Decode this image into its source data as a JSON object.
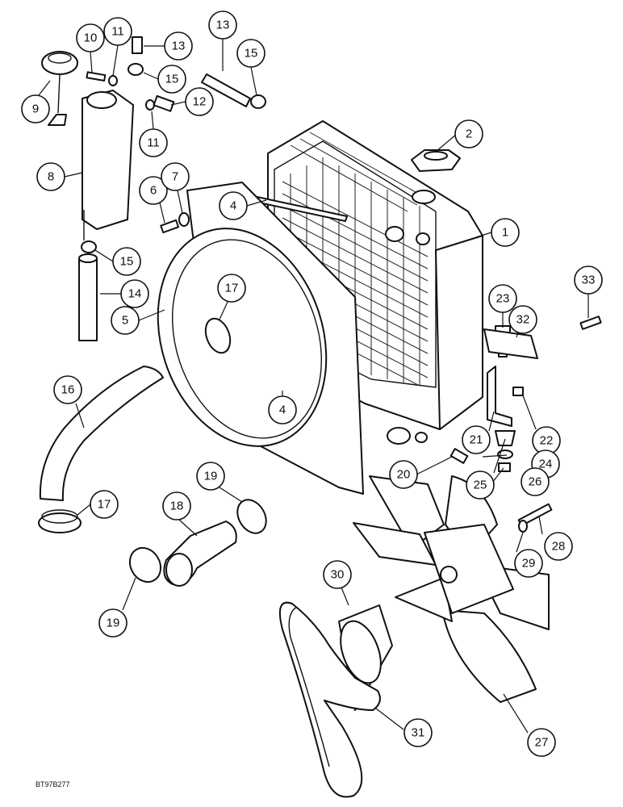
{
  "drawing_code": "BT97B277",
  "callouts": [
    {
      "id": "c1",
      "label": "1"
    },
    {
      "id": "c2",
      "label": "2"
    },
    {
      "id": "c4a",
      "label": "4"
    },
    {
      "id": "c4b",
      "label": "4"
    },
    {
      "id": "c5",
      "label": "5"
    },
    {
      "id": "c6",
      "label": "6"
    },
    {
      "id": "c7",
      "label": "7"
    },
    {
      "id": "c8",
      "label": "8"
    },
    {
      "id": "c9",
      "label": "9"
    },
    {
      "id": "c10",
      "label": "10"
    },
    {
      "id": "c11a",
      "label": "11"
    },
    {
      "id": "c11b",
      "label": "11"
    },
    {
      "id": "c12",
      "label": "12"
    },
    {
      "id": "c13a",
      "label": "13"
    },
    {
      "id": "c13b",
      "label": "13"
    },
    {
      "id": "c14",
      "label": "14"
    },
    {
      "id": "c15a",
      "label": "15"
    },
    {
      "id": "c15b",
      "label": "15"
    },
    {
      "id": "c15c",
      "label": "15"
    },
    {
      "id": "c16",
      "label": "16"
    },
    {
      "id": "c17a",
      "label": "17"
    },
    {
      "id": "c17b",
      "label": "17"
    },
    {
      "id": "c18",
      "label": "18"
    },
    {
      "id": "c19a",
      "label": "19"
    },
    {
      "id": "c19b",
      "label": "19"
    },
    {
      "id": "c20",
      "label": "20"
    },
    {
      "id": "c21",
      "label": "21"
    },
    {
      "id": "c22",
      "label": "22"
    },
    {
      "id": "c23",
      "label": "23"
    },
    {
      "id": "c24",
      "label": "24"
    },
    {
      "id": "c25",
      "label": "25"
    },
    {
      "id": "c26",
      "label": "26"
    },
    {
      "id": "c27",
      "label": "27"
    },
    {
      "id": "c28",
      "label": "28"
    },
    {
      "id": "c29",
      "label": "29"
    },
    {
      "id": "c30",
      "label": "30"
    },
    {
      "id": "c31",
      "label": "31"
    },
    {
      "id": "c32",
      "label": "32"
    },
    {
      "id": "c33",
      "label": "33"
    }
  ]
}
